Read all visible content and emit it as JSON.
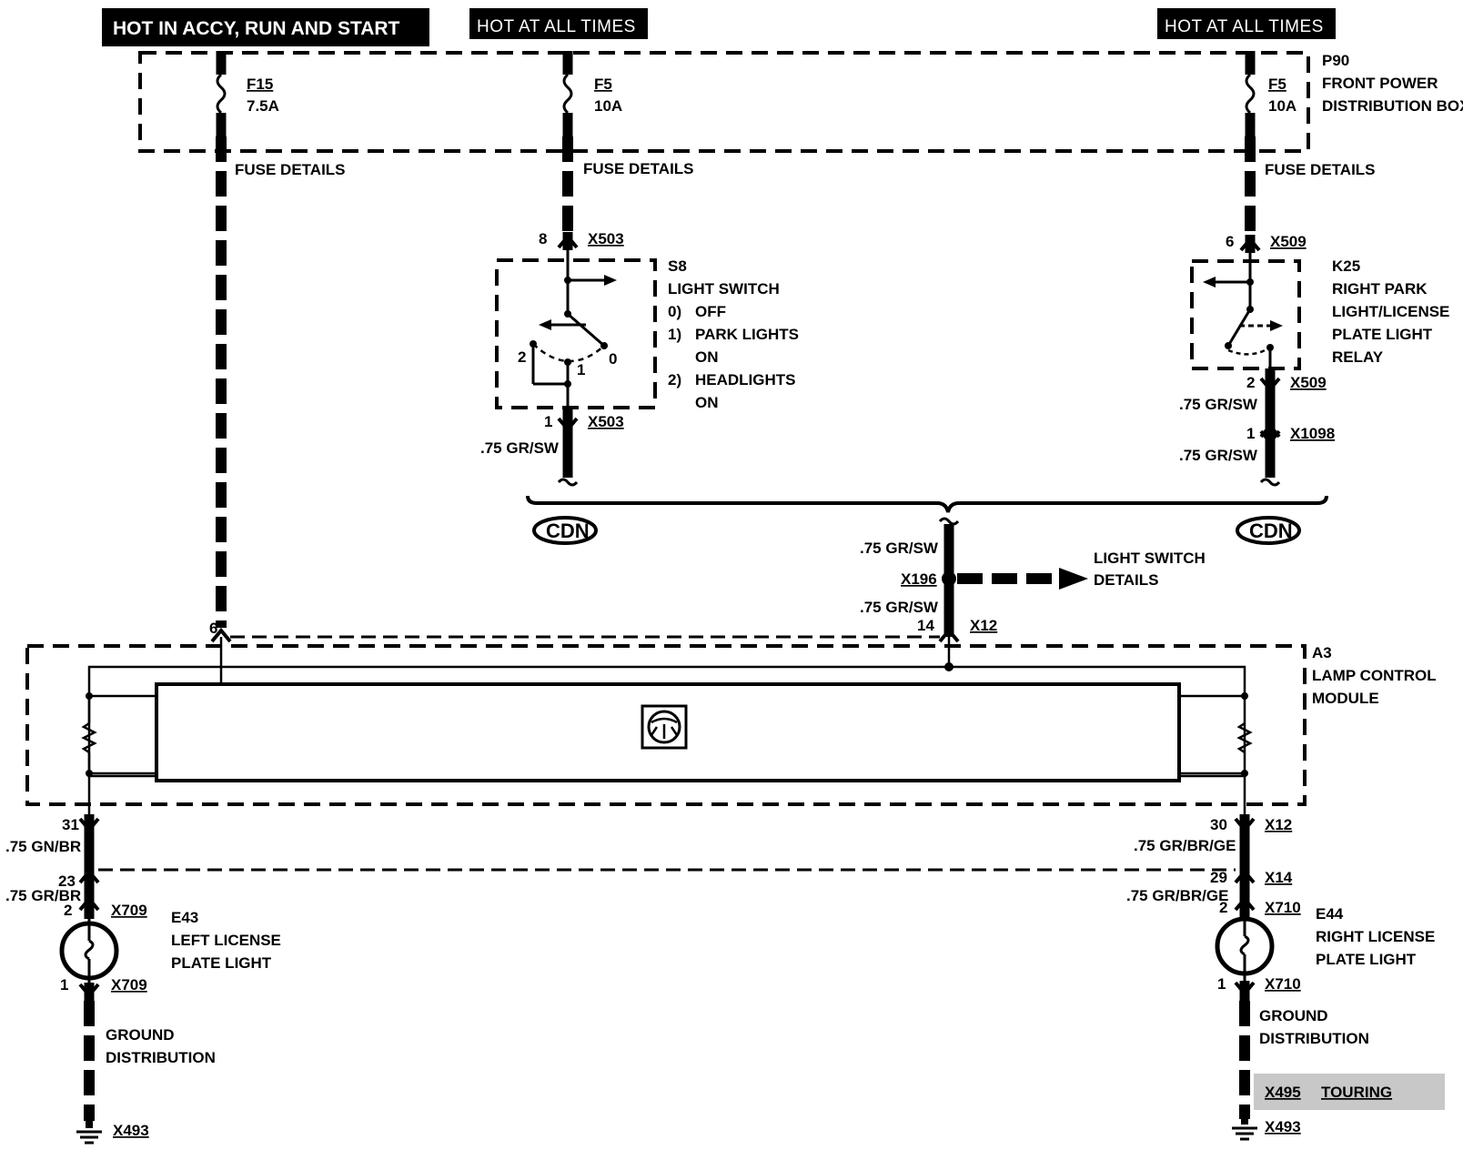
{
  "headers": {
    "left": "HOT IN ACCY, RUN AND START",
    "middle": "HOT AT ALL TIMES",
    "right": "HOT AT ALL TIMES"
  },
  "power_box": {
    "id": "P90",
    "name_line1": "FRONT POWER",
    "name_line2": "DISTRIBUTION BOX",
    "fuses": [
      {
        "id": "F15",
        "rating": "7.5A",
        "details": "FUSE DETAILS"
      },
      {
        "id": "F5",
        "rating": "10A",
        "details": "FUSE DETAILS"
      },
      {
        "id": "F5",
        "rating": "10A",
        "details": "FUSE DETAILS"
      }
    ]
  },
  "light_switch": {
    "id": "S8",
    "name": "LIGHT SWITCH",
    "positions": [
      {
        "num": "0)",
        "text": "OFF",
        "text2": ""
      },
      {
        "num": "1)",
        "text": "PARK LIGHTS",
        "text2": "ON"
      },
      {
        "num": "2)",
        "text": "HEADLIGHTS",
        "text2": "ON"
      }
    ],
    "pos_labels": [
      "2",
      "1",
      "0"
    ],
    "connector_top": {
      "pin": "8",
      "conn": "X503"
    },
    "connector_bottom": {
      "pin": "1",
      "conn": "X503"
    },
    "wire": ".75 GR/SW"
  },
  "relay": {
    "id": "K25",
    "name_lines": [
      "RIGHT PARK",
      "LIGHT/LICENSE",
      "PLATE LIGHT",
      "RELAY"
    ],
    "connector_top": {
      "pin": "6",
      "conn": "X509"
    },
    "connector_bottom": {
      "pin": "2",
      "conn": "X509"
    },
    "connector_lower": {
      "pin": "1",
      "conn": "X1098"
    },
    "wire1": ".75 GR/SW",
    "wire2": ".75 GR/SW"
  },
  "junction": {
    "cdn_label": "CDN",
    "wire_top": ".75 GR/SW",
    "splice": "X196",
    "details_line1": "LIGHT SWITCH",
    "details_line2": "DETAILS",
    "wire_bottom": ".75 GR/SW",
    "pin": "14",
    "conn": "X12"
  },
  "module": {
    "id": "A3",
    "name_line1": "LAMP CONTROL",
    "name_line2": "MODULE",
    "left_pin": "6"
  },
  "left_output": {
    "pin1": "31",
    "wire1": ".75 GN/BR",
    "pin2": "23",
    "wire2": ".75 GR/BR",
    "lamp_pin_top": "2",
    "lamp_conn_top": "X709",
    "lamp_id": "E43",
    "lamp_name1": "LEFT LICENSE",
    "lamp_name2": "PLATE LIGHT",
    "lamp_pin_bottom": "1",
    "lamp_conn_bottom": "X709",
    "ground1": "GROUND",
    "ground2": "DISTRIBUTION",
    "ground_conn": "X493"
  },
  "right_output": {
    "pin1": "30",
    "conn1": "X12",
    "wire1": ".75 GR/BR/GE",
    "pin2": "29",
    "conn2": "X14",
    "wire2": ".75 GR/BR/GE",
    "lamp_pin_top": "2",
    "lamp_conn_top": "X710",
    "lamp_id": "E44",
    "lamp_name1": "RIGHT LICENSE",
    "lamp_name2": "PLATE LIGHT",
    "lamp_pin_bottom": "1",
    "lamp_conn_bottom": "X710",
    "ground1": "GROUND",
    "ground2": "DISTRIBUTION",
    "touring_conn": "X495",
    "touring_text": "TOURING",
    "ground_conn": "X493"
  }
}
